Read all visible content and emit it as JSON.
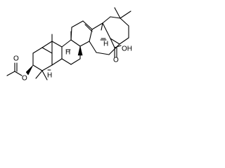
{
  "molecule": {
    "atom_labels": {
      "acid_group": "OH",
      "acid_carbon_oxygen": "O",
      "acetoxy_ester_oxygen": "O",
      "acetyl_carbonyl_oxygen": "O",
      "h_c5": "H",
      "h_c9": "H",
      "h_c18": "H"
    }
  }
}
